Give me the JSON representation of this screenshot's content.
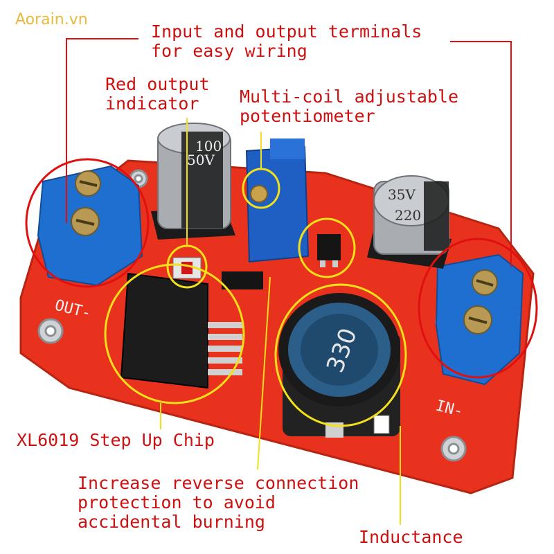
{
  "watermark": "Aorain.vn",
  "annotations": {
    "terminals": [
      "Input and output terminals",
      "for easy wiring"
    ],
    "red_indicator": [
      "Red output",
      "indicator"
    ],
    "potentiometer": [
      "Multi-coil adjustable",
      "potentiometer"
    ],
    "chip": "XL6019 Step Up Chip",
    "protection": [
      "Increase reverse connection",
      "protection to avoid",
      "accidental burning"
    ],
    "inductance": "Inductance"
  },
  "board_marks": {
    "out_label": "OUT-",
    "in_label": "IN-",
    "cap_left": [
      "100",
      "50V"
    ],
    "cap_right": [
      "220",
      "35V"
    ],
    "inductor_code": "330"
  },
  "colors": {
    "pcb": "#e8321e",
    "terminal_block": "#1f6fd1",
    "label_text": "#cc1111",
    "circle_red": "#e01010",
    "circle_yellow": "#f2e01a"
  }
}
